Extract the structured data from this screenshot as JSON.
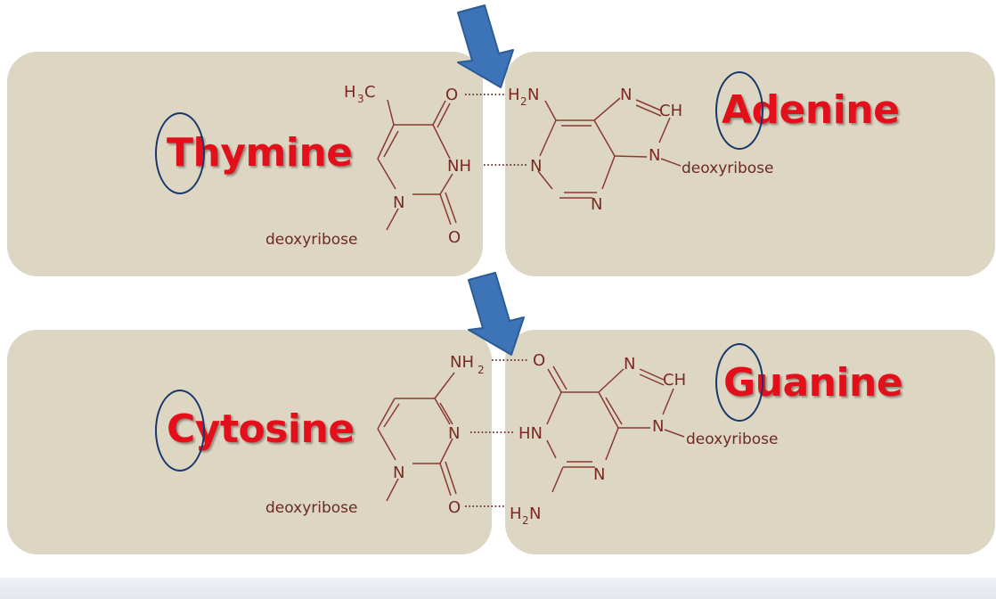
{
  "pairs": {
    "thymine": "Thymine",
    "adenine": "Adenine",
    "cytosine": "Cytosine",
    "guanine": "Guanine"
  },
  "atoms": {
    "h3c_h": "H",
    "h3c_sub": "3",
    "h3c_c": "C",
    "o": "O",
    "nh": "NH",
    "n": "N",
    "h2n": "H",
    "h2n_n": "N",
    "h2_sub": "2",
    "n_eq_ch_n": "N",
    "n_eq_ch_ch": "CH",
    "hn": "HN",
    "nh2_nh": "NH",
    "deoxyribose": "deoxyribose"
  },
  "colors": {
    "label_red": "#e3101c",
    "panel_beige": "#ddd6c3",
    "arrow_blue": "#3d74b8",
    "ring_navy": "#17376d"
  }
}
